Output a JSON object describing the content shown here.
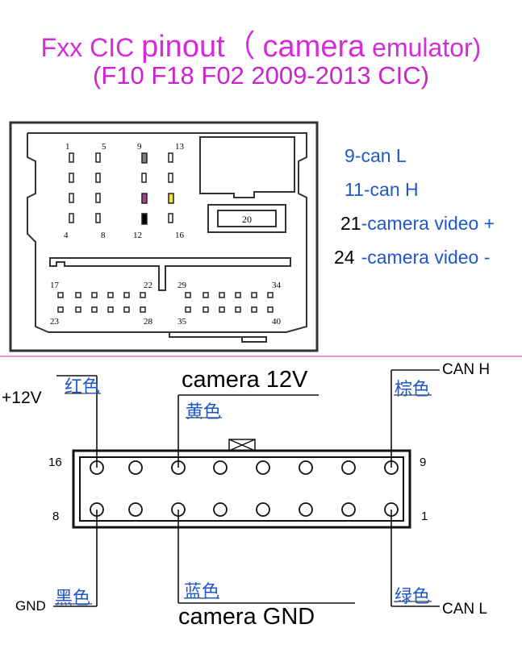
{
  "title": {
    "line1_a": "Fxx CIC",
    "line1_b": "pinout（",
    "line1_c": "camera",
    "line1_d": "emulator)",
    "line2": "(F10 F18 F02  2009-2013 CIC)"
  },
  "connector_top": {
    "pin_labels": [
      "1",
      "5",
      "9",
      "13",
      "4",
      "8",
      "12",
      "16",
      "20",
      "17",
      "22",
      "29",
      "34",
      "23",
      "28",
      "35",
      "40"
    ]
  },
  "legend": [
    {
      "num": "9",
      "text": "-can L"
    },
    {
      "num": "11",
      "text": "-can H"
    },
    {
      "num": "21",
      "text": "-camera video +"
    },
    {
      "num": "24",
      "text": "-camera video -"
    }
  ],
  "wiring": {
    "top_left_label": "+12V",
    "top_left_color": "红色",
    "top_mid_label": "camera 12V",
    "top_mid_color": "黄色",
    "top_right_label": "CAN  H",
    "top_right_color": "棕色",
    "bottom_left_label": "GND",
    "bottom_left_color": "黑色",
    "bottom_mid_label": "camera GND",
    "bottom_mid_color": "蓝色",
    "bottom_right_label": "CAN  L",
    "bottom_right_color": "绿色",
    "pin_16": "16",
    "pin_9": "9",
    "pin_8": "8",
    "pin_1": "1"
  },
  "colors": {
    "title": "#d62bd6",
    "label_blue": "#1f57c8",
    "divider": "#e26ad6",
    "pin9": "#808080",
    "pin11": "#a040a0",
    "pin12": "#000000",
    "pin13": "#f0e040"
  }
}
